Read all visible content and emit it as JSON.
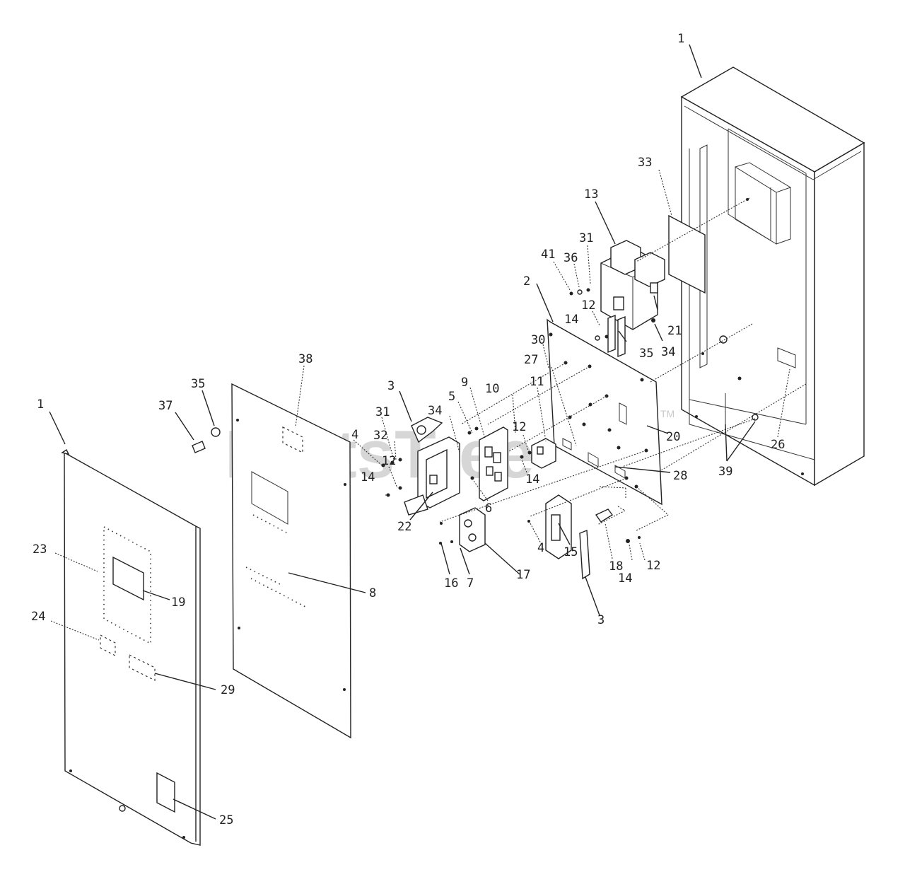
{
  "watermark": {
    "text": "PartsTree",
    "trademark": "TM"
  },
  "callouts": [
    {
      "id": "c-1-enclosure",
      "text": "1"
    },
    {
      "id": "c-33",
      "text": "33"
    },
    {
      "id": "c-13",
      "text": "13"
    },
    {
      "id": "c-31a",
      "text": "31"
    },
    {
      "id": "c-41",
      "text": "41"
    },
    {
      "id": "c-36",
      "text": "36"
    },
    {
      "id": "c-12a",
      "text": "12"
    },
    {
      "id": "c-14a",
      "text": "14"
    },
    {
      "id": "c-21",
      "text": "21"
    },
    {
      "id": "c-35a",
      "text": "35"
    },
    {
      "id": "c-34a",
      "text": "34"
    },
    {
      "id": "c-2",
      "text": "2"
    },
    {
      "id": "c-30",
      "text": "30"
    },
    {
      "id": "c-27",
      "text": "27"
    },
    {
      "id": "c-11",
      "text": "11"
    },
    {
      "id": "c-10",
      "text": "10"
    },
    {
      "id": "c-9",
      "text": "9"
    },
    {
      "id": "c-5",
      "text": "5"
    },
    {
      "id": "c-34b",
      "text": "34"
    },
    {
      "id": "c-3a",
      "text": "3"
    },
    {
      "id": "c-31b",
      "text": "31"
    },
    {
      "id": "c-32",
      "text": "32"
    },
    {
      "id": "c-4a",
      "text": "4"
    },
    {
      "id": "c-12b",
      "text": "12"
    },
    {
      "id": "c-14b",
      "text": "14"
    },
    {
      "id": "c-22",
      "text": "22"
    },
    {
      "id": "c-6",
      "text": "6"
    },
    {
      "id": "c-12c",
      "text": "12"
    },
    {
      "id": "c-14c",
      "text": "14"
    },
    {
      "id": "c-20",
      "text": "20"
    },
    {
      "id": "c-28",
      "text": "28"
    },
    {
      "id": "c-26",
      "text": "26"
    },
    {
      "id": "c-39",
      "text": "39"
    },
    {
      "id": "c-38",
      "text": "38"
    },
    {
      "id": "c-35b",
      "text": "35"
    },
    {
      "id": "c-37",
      "text": "37"
    },
    {
      "id": "c-1-door",
      "text": "1"
    },
    {
      "id": "c-23",
      "text": "23"
    },
    {
      "id": "c-19",
      "text": "19"
    },
    {
      "id": "c-24",
      "text": "24"
    },
    {
      "id": "c-29",
      "text": "29"
    },
    {
      "id": "c-25",
      "text": "25"
    },
    {
      "id": "c-8",
      "text": "8"
    },
    {
      "id": "c-16",
      "text": "16"
    },
    {
      "id": "c-7",
      "text": "7"
    },
    {
      "id": "c-17",
      "text": "17"
    },
    {
      "id": "c-4b",
      "text": "4"
    },
    {
      "id": "c-15",
      "text": "15"
    },
    {
      "id": "c-18",
      "text": "18"
    },
    {
      "id": "c-12d",
      "text": "12"
    },
    {
      "id": "c-14d",
      "text": "14"
    },
    {
      "id": "c-3b",
      "text": "3"
    }
  ]
}
